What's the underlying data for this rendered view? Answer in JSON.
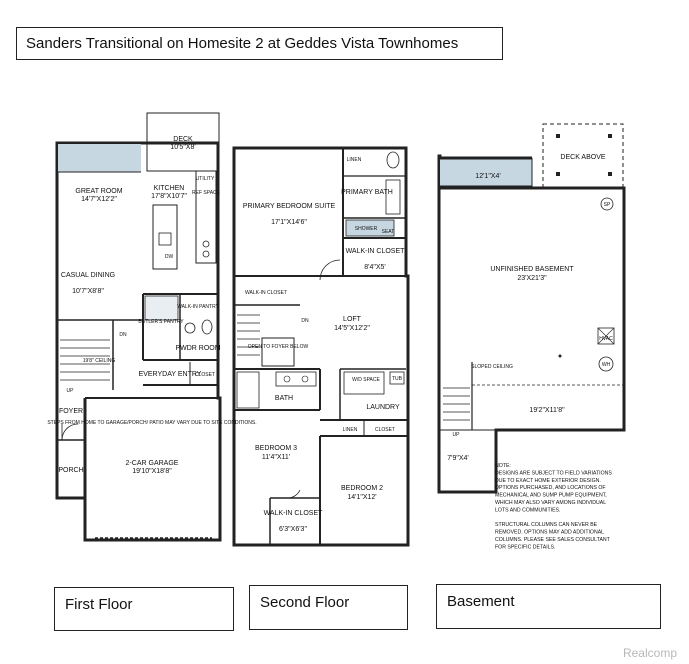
{
  "title": "Sanders Transitional on Homesite 2 at Geddes Vista Townhomes",
  "watermark": "Realcomp",
  "floor_labels": {
    "first": "First Floor",
    "second": "Second Floor",
    "basement": "Basement"
  },
  "first_floor": {
    "deck": "DECK",
    "deck_dim": "10'5\"X8'",
    "great_room": "GREAT ROOM",
    "great_room_dim": "14'7\"X12'2\"",
    "kitchen": "KITCHEN",
    "kitchen_dim": "17'8\"X10'7\"",
    "utility": "UTILITY",
    "ref_space": "REF SPACE",
    "dw": "DW",
    "casual_dining": "CASUAL DINING",
    "casual_dining_dim": "10'7\"X8'8\"",
    "butlers_pantry": "BUTLER'S PANTRY",
    "walk_in_pantry": "WALK-IN PANTRY",
    "dn": "DN",
    "ceiling_note": "19'8\" CEILING",
    "up": "UP",
    "pwdr_room": "PWDR ROOM",
    "everyday_entry": "EVERYDAY ENTRY",
    "closet": "CLOSET",
    "foyer": "FOYER",
    "porch": "PORCH",
    "garage_note": "STEPS FROM HOME TO GARAGE/PORCH/ PATIO MAY VARY DUE TO SITE CONDITIONS.",
    "garage": "2-CAR GARAGE",
    "garage_dim": "19'10\"X18'8\""
  },
  "second_floor": {
    "primary_suite": "PRIMARY BEDROOM SUITE",
    "primary_suite_dim": "17'1\"X14'6\"",
    "linen": "LINEN",
    "primary_bath": "PRIMARY BATH",
    "shower": "SHOWER",
    "seat": "SEAT",
    "walk_in_closet": "WALK-IN CLOSET",
    "walk_in_closet_dim": "8'4\"X5'",
    "walk_in_closet_2": "WALK-IN CLOSET",
    "dn": "DN",
    "loft": "LOFT",
    "loft_dim": "14'5\"X12'2\"",
    "open_to_foyer": "OPEN TO FOYER BELOW",
    "wd_space": "W/D SPACE",
    "tub": "TUB",
    "bath": "BATH",
    "laundry": "LAUNDRY",
    "linen_2": "LINEN",
    "closet": "CLOSET",
    "bedroom3": "BEDROOM 3",
    "bedroom3_dim": "11'4\"X11'",
    "bedroom2": "BEDROOM 2",
    "bedroom2_dim": "14'1\"X12'",
    "walk_in_closet_3": "WALK-IN CLOSET",
    "walk_in_closet_3_dim": "6'3\"X6'3\""
  },
  "basement": {
    "deck_above": "DECK ABOVE",
    "window_dim": "12'1\"X4'",
    "sp": "SP",
    "unfinished": "UNFINISHED BASEMENT",
    "unfinished_dim": "23'X21'3\"",
    "hvac": "HVAC",
    "wh": "WH",
    "sloped": "SLOPED CEILING",
    "dim2": "19'2\"X11'8\"",
    "up": "UP",
    "dim3": "7'9\"X4'",
    "note": [
      "NOTE:",
      "DESIGNS ARE SUBJECT TO FIELD VARIATIONS",
      "DUE TO EXACT HOME EXTERIOR DESIGN.",
      "OPTIONS PURCHASED, AND LOCATIONS OF",
      "MECHANICAL AND SUMP PUMP EQUIPMENT,",
      "WHICH MAY ALSO VARY AMONG INDIVIDUAL",
      "LOTS AND COMMUNITIES.",
      "",
      "STRUCTURAL COLUMNS CAN NEVER BE",
      "REMOVED. OPTIONS MAY ADD ADDITIONAL",
      "COLUMNS. PLEASE SEE SALES CONSULTANT",
      "FOR SPECIFIC DETAILS."
    ]
  }
}
